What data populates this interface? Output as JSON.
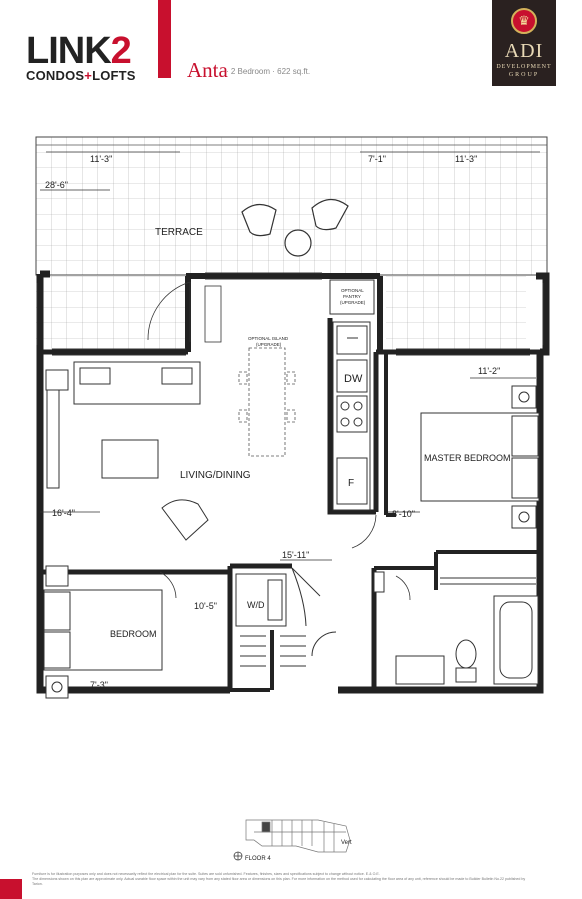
{
  "brand": {
    "logo_main": "LINK",
    "logo_number": "2",
    "logo_sub_a": "CONDOS",
    "logo_sub_plus": "+",
    "logo_sub_b": "LOFTS"
  },
  "unit": {
    "name": "Anta",
    "spec": "· 2 Bedroom · 622 sq.ft."
  },
  "developer": {
    "name": "ADI",
    "line1": "DEVELOPMENT",
    "line2": "GROUP",
    "crest_icon": "crest-icon",
    "crest_color": "#c8102e"
  },
  "rooms": {
    "terrace": "TERRACE",
    "living_dining": "LIVING/DINING",
    "master_bedroom": "MASTER BEDROOM",
    "bedroom": "BEDROOM",
    "optional_island_1": "OPTIONAL ISLAND",
    "optional_island_2": "(UPGRADE)",
    "optional_pantry_1": "OPTIONAL",
    "optional_pantry_2": "PANTRY",
    "optional_pantry_3": "(UPGRADE)",
    "dw": "DW",
    "fridge": "F",
    "wd": "W/D"
  },
  "dimensions": {
    "terrace_w1": "11'-3\"",
    "terrace_w2": "7'-1\"",
    "terrace_w3": "11'-3\"",
    "terrace_len": "28'-6\"",
    "living_w": "16'-4\"",
    "master_w": "11'-2\"",
    "master_d": "8'-10\"",
    "hall": "15'-11\"",
    "bedroom_d": "10'-5\"",
    "bedroom_w": "7'-3\""
  },
  "keyplan": {
    "label": "FLOOR 4",
    "side_label": "Vert"
  },
  "footer": {
    "line1": "Furniture is for illustration purposes only and does not necessarily reflect the electrical plan for the suite. Suites are sold unfurnished. Features, finishes, sizes and specifications subject to change without notice. E.& O.E.",
    "line2": "The dimensions shown on this plan are approximate only. Actual useable floor space within the unit may vary from any stated floor area or dimensions on this plan. For more information on the method used for calculating the floor area of any unit, reference should be made to Builder Bulletin No.22 published by Tarion."
  },
  "colors": {
    "accent": "#c8102e",
    "wall": "#222222",
    "developer_bg": "#2a2120"
  }
}
